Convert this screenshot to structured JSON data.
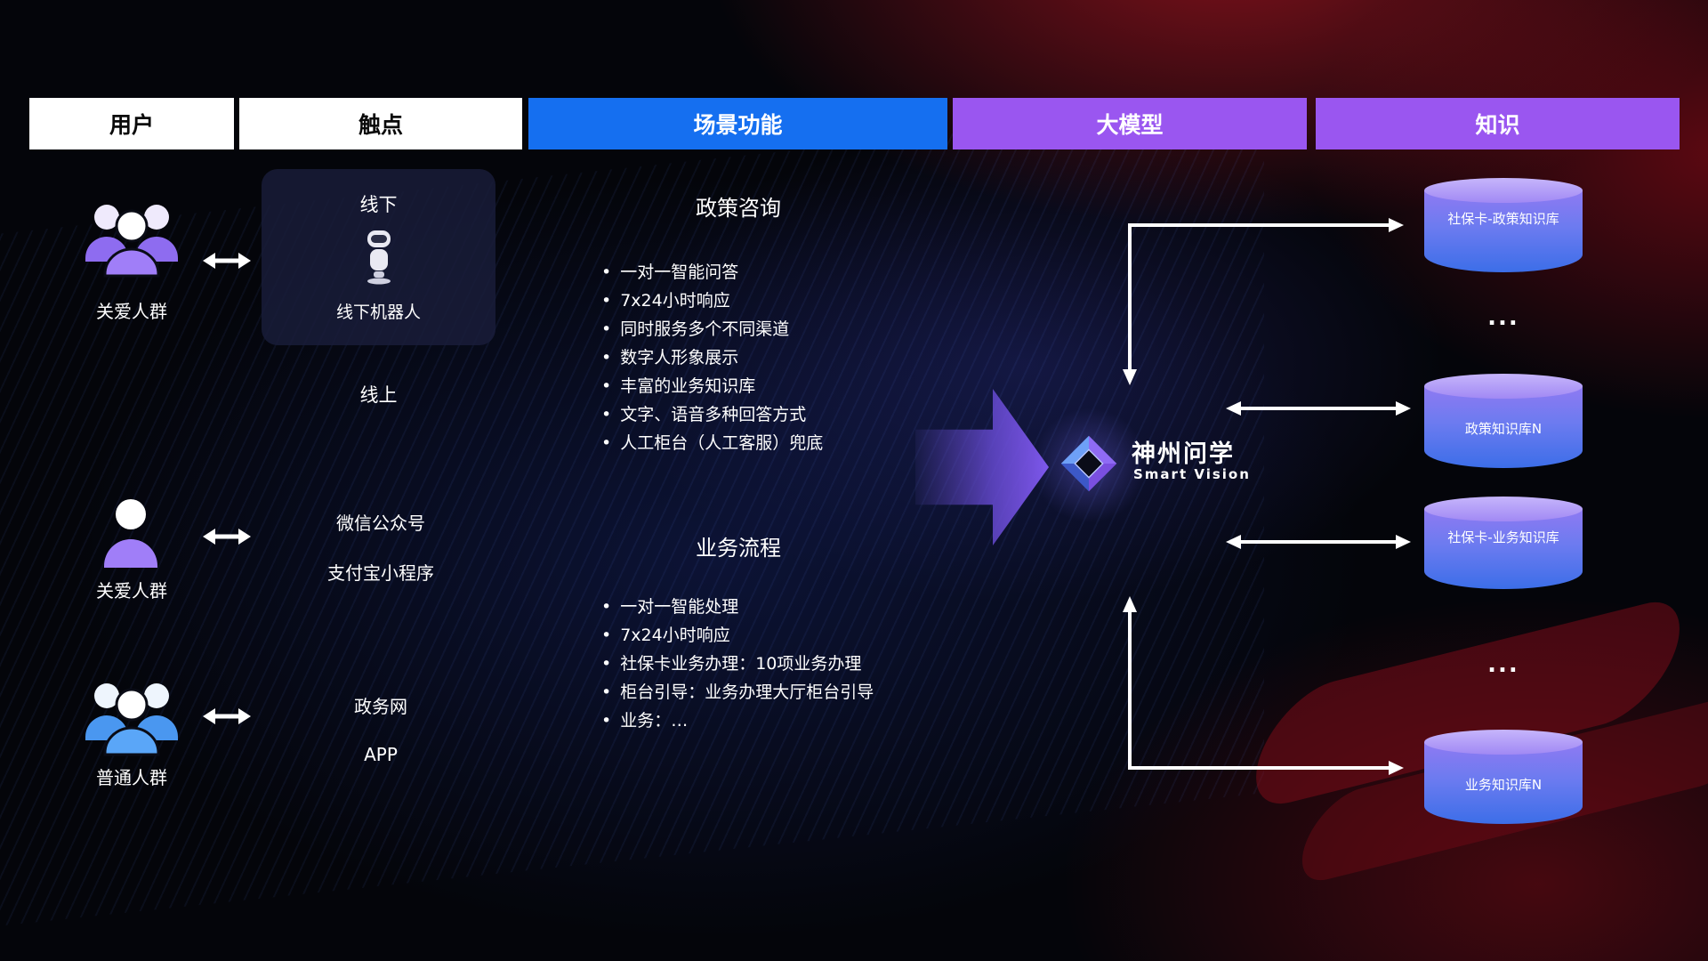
{
  "header": {
    "columns": [
      {
        "label": "用户"
      },
      {
        "label": "触点"
      },
      {
        "label": "场景功能"
      },
      {
        "label": "大模型"
      },
      {
        "label": "知识"
      }
    ]
  },
  "users": {
    "group1_label": "关爱人群",
    "group2_label": "关爱人群",
    "group3_label": "普通人群"
  },
  "touchpoints": {
    "offline_title": "线下",
    "offline_robot_label": "线下机器人",
    "online_title": "线上",
    "wechat": "微信公众号",
    "alipay": "支付宝小程序",
    "gov_web": "政务网",
    "app": "APP"
  },
  "scenes": {
    "policy": {
      "title": "政策咨询",
      "items": [
        "一对一智能问答",
        "7x24小时响应",
        "同时服务多个不同渠道",
        "数字人形象展示",
        "丰富的业务知识库",
        "文字、语音多种回答方式",
        "人工柜台（人工客服）兜底"
      ]
    },
    "business": {
      "title": "业务流程",
      "items": [
        "一对一智能处理",
        "7x24小时响应",
        "社保卡业务办理：10项业务办理",
        "柜台引导：业务办理大厅柜台引导",
        "业务：…"
      ]
    }
  },
  "model": {
    "name": "神州问学",
    "subtitle": "Smart Vision"
  },
  "knowledge": {
    "db1": "社保卡-政策知识库",
    "ellipsis1": "...",
    "db2": "政策知识库N",
    "db3": "社保卡-业务知识库",
    "ellipsis2": "...",
    "db4": "业务知识库N"
  },
  "colors": {
    "accent_blue": "#156ff0",
    "accent_purple": "#9a56f0",
    "cylinder_top": "#b7a3f7",
    "cylinder_bottom": "#3c6ee8",
    "arrow_purple": "#7d56ea"
  }
}
